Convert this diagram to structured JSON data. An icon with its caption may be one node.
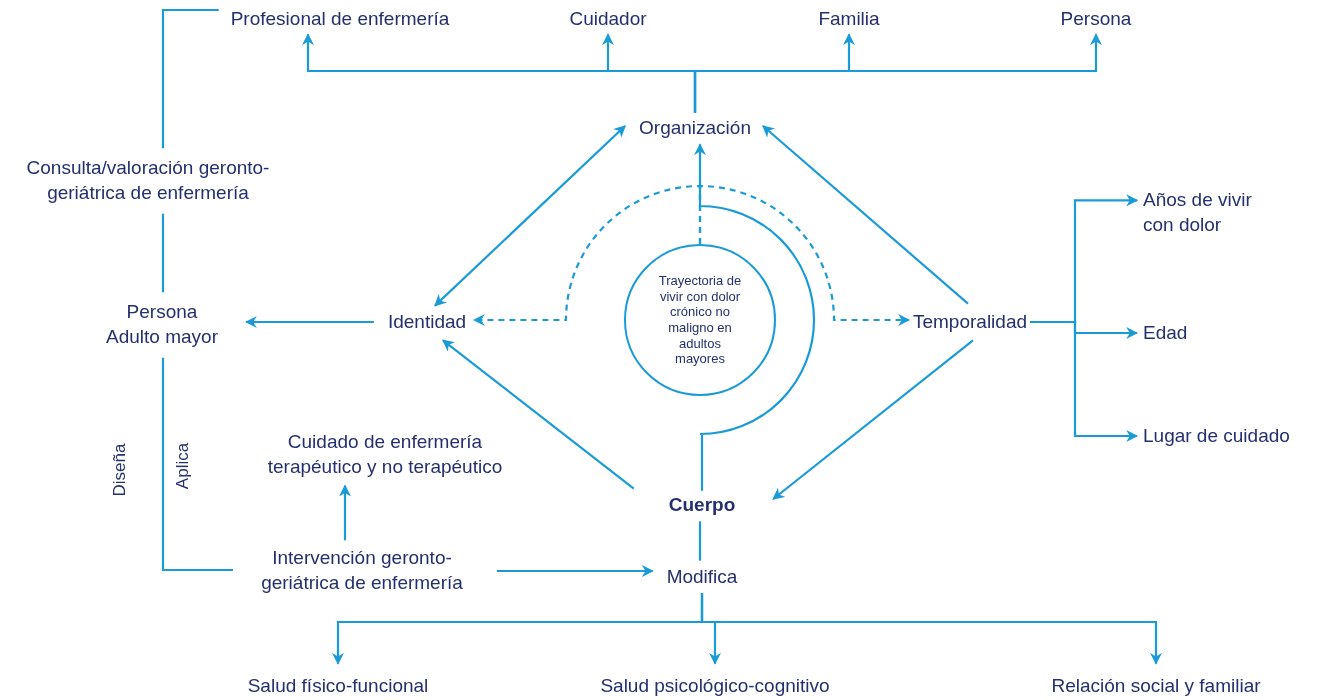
{
  "diagram": {
    "nodes": [
      {
        "text": [
          "Profesional de enfermería"
        ]
      },
      {
        "text": [
          "Cuidador"
        ]
      },
      {
        "text": [
          "Familia"
        ]
      },
      {
        "text": [
          "Persona"
        ]
      },
      {
        "text": [
          "Organización"
        ]
      },
      {
        "text": [
          "Consulta/valoración geronto-geriátrica de enfermería"
        ]
      },
      {
        "text": [
          "Años de vivir con dolor"
        ]
      },
      {
        "text": [
          "Persona Adulto mayor"
        ]
      },
      {
        "text": [
          "Identidad"
        ]
      },
      {
        "text": [
          "Trayectoria de vivir con dolor crónico no maligno en adultos mayores"
        ]
      },
      {
        "text": [
          "Temporalidad"
        ]
      },
      {
        "text": [
          "Edad"
        ]
      },
      {
        "text": [
          "Lugar de cuidado"
        ]
      },
      {
        "text": [
          "Cuidado de enfermería terapéutico y no terapéutico"
        ]
      },
      {
        "text": [
          "Cuerpo"
        ]
      },
      {
        "text": [
          "Intervención geronto-geriátrica de enfermería"
        ]
      },
      {
        "text": [
          "Modifica"
        ]
      },
      {
        "text": [
          "Salud físico-funcional"
        ]
      },
      {
        "text": [
          "Salud psicológico-cognitivo"
        ]
      },
      {
        "text": [
          "Relación social y familiar"
        ]
      }
    ],
    "edges": [
      {
        "from": 4,
        "to": 0,
        "arrow": "to"
      },
      {
        "from": 4,
        "to": 1,
        "arrow": "to"
      },
      {
        "from": 4,
        "to": 2,
        "arrow": "to"
      },
      {
        "from": 4,
        "to": 3,
        "arrow": "to"
      },
      {
        "from": 14,
        "to": 4,
        "arrow": "to"
      },
      {
        "from": 9,
        "to": 8,
        "arrow": "to",
        "style": "dashed"
      },
      {
        "from": 9,
        "to": 10,
        "arrow": "to",
        "style": "dashed"
      },
      {
        "from": 8,
        "to": 4,
        "arrow": "both"
      },
      {
        "from": 10,
        "to": 4,
        "arrow": "to"
      },
      {
        "from": 14,
        "to": 8,
        "arrow": "to"
      },
      {
        "from": 10,
        "to": 14,
        "arrow": "to"
      },
      {
        "from": 8,
        "to": 7,
        "arrow": "to"
      },
      {
        "from": 10,
        "to": 6,
        "arrow": "to"
      },
      {
        "from": 10,
        "to": 11,
        "arrow": "to"
      },
      {
        "from": 10,
        "to": 12,
        "arrow": "to"
      },
      {
        "from": 15,
        "to": 13,
        "arrow": "to"
      },
      {
        "from": 15,
        "to": 16,
        "arrow": "to"
      },
      {
        "from": 14,
        "to": 16,
        "arrow": "none"
      },
      {
        "from": 16,
        "to": 17,
        "arrow": "to"
      },
      {
        "from": 16,
        "to": 18,
        "arrow": "to"
      },
      {
        "from": 16,
        "to": 19,
        "arrow": "to"
      },
      {
        "from": 0,
        "to": 5,
        "arrow": "none"
      },
      {
        "from": 5,
        "to": 7,
        "arrow": "none"
      },
      {
        "from": 7,
        "to": 15,
        "arrow": "none"
      }
    ],
    "labels": [
      "Diseña",
      "Aplica"
    ]
  }
}
